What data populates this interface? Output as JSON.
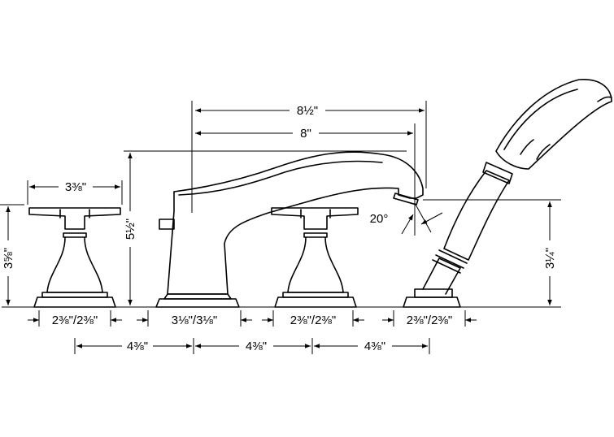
{
  "dimensions": {
    "total_width": "8½\"",
    "spout_reach": "8\"",
    "handle_width": "3⅜\"",
    "handle_height": "3⅝\"",
    "spout_height": "5½\"",
    "shower_height": "3¼\"",
    "angle": "20°",
    "base_left_handle": "2⅜\"/2⅜\"",
    "base_spout": "3⅛\"/3⅛\"",
    "base_right_handle": "2⅜\"/2⅜\"",
    "base_shower": "2⅜\"/2⅜\"",
    "spacing_1": "4⅜\"",
    "spacing_2": "4⅜\"",
    "spacing_3": "4⅜\""
  }
}
